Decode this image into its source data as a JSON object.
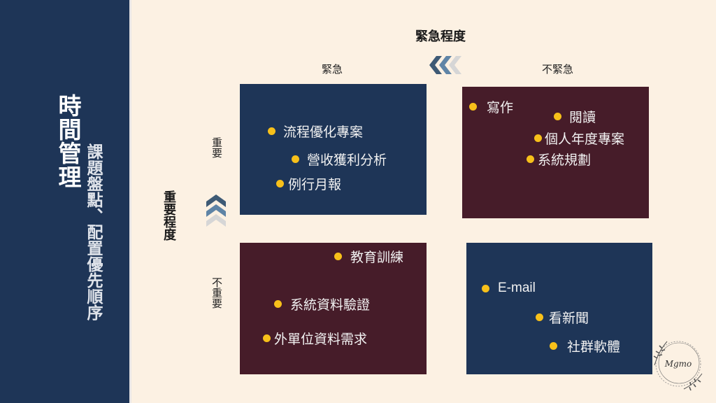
{
  "sidebar": {
    "title": "時間管理",
    "subtitle": "課題盤點、配置優先順序"
  },
  "axes": {
    "urgency": {
      "title": "緊急程度",
      "left_label": "緊急",
      "right_label": "不緊急",
      "arrow_icon": "triple-chevron-left"
    },
    "importance": {
      "title": "重要程度",
      "top_label": "重要",
      "bottom_label": "不重要",
      "arrow_icon": "triple-chevron-up"
    }
  },
  "quadrants": [
    {
      "id": "important-urgent",
      "color": "#1e3557",
      "items": [
        "流程優化專案",
        "營收獲利分析",
        "例行月報"
      ]
    },
    {
      "id": "important-not-urgent",
      "color": "#461c29",
      "items": [
        "寫作",
        "閱讀",
        "個人年度專案",
        "系統規劃"
      ]
    },
    {
      "id": "not-important-urgent",
      "color": "#461c29",
      "items": [
        "教育訓練",
        "系統資料驗證",
        "外單位資料需求"
      ]
    },
    {
      "id": "not-important-not-urgent",
      "color": "#1e3557",
      "items": [
        "E-mail",
        "看新聞",
        "社群軟體"
      ]
    }
  ],
  "colors": {
    "background": "#fcf1e3",
    "navy": "#1e3557",
    "wine": "#461c29",
    "bullet": "#f7c01a"
  },
  "logo": {
    "text": "Mgmo"
  }
}
